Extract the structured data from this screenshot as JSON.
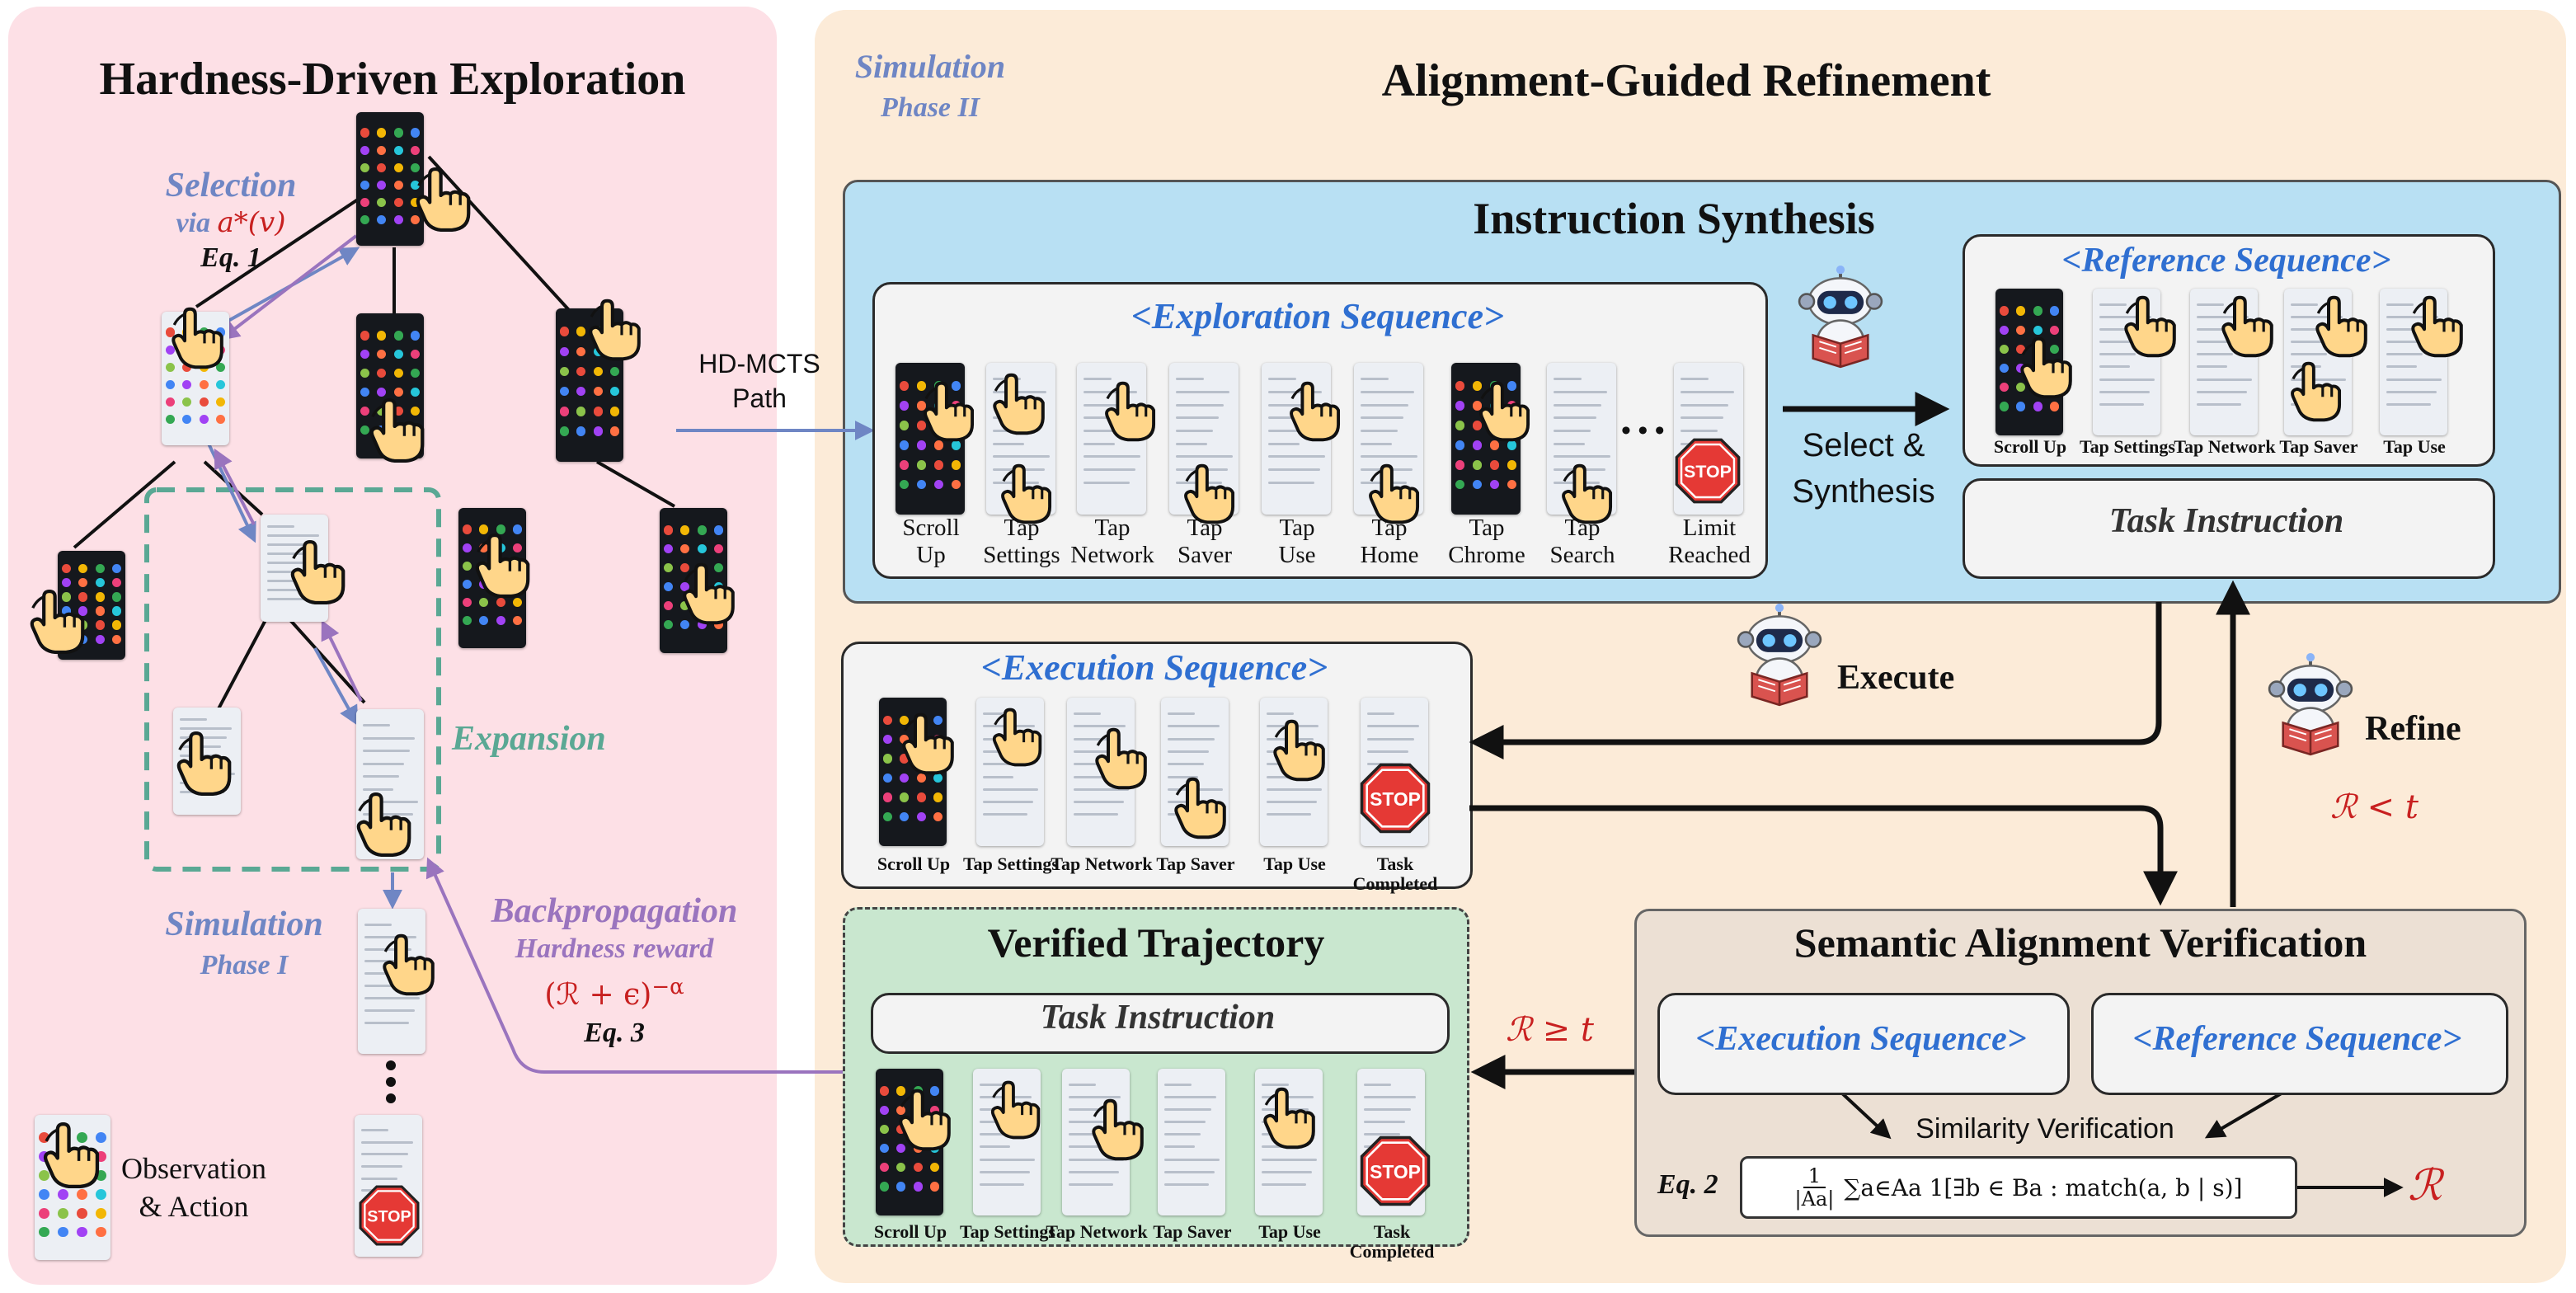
{
  "left_panel": {
    "title": "Hardness-Driven Exploration",
    "selection": {
      "label": "Selection",
      "via": "via",
      "formula": "a*(v)",
      "eq": "Eq. 1"
    },
    "expansion": {
      "label": "Expansion"
    },
    "simulation": {
      "label": "Simulation",
      "phase": "Phase I"
    },
    "backprop": {
      "label": "Backpropagation",
      "reward_label": "Hardness reward",
      "formula": "(ℛ + ϵ)",
      "exponent": "−α",
      "eq": "Eq. 3"
    },
    "legend": {
      "line1": "Observation",
      "line2": "& Action"
    }
  },
  "hd_path": {
    "line1": "HD-MCTS",
    "line2": "Path"
  },
  "right_panel": {
    "title": "Alignment-Guided Refinement",
    "simulation": {
      "label": "Simulation",
      "phase": "Phase II"
    }
  },
  "instruction_synthesis": {
    "title": "Instruction Synthesis",
    "exploration_title": "<Exploration Sequence>",
    "exploration_steps": [
      {
        "l1": "Scroll",
        "l2": "Up"
      },
      {
        "l1": "Tap",
        "l2": "Settings"
      },
      {
        "l1": "Tap",
        "l2": "Network"
      },
      {
        "l1": "Tap",
        "l2": "Saver"
      },
      {
        "l1": "Tap",
        "l2": "Use"
      },
      {
        "l1": "Tap",
        "l2": "Home"
      },
      {
        "l1": "Tap",
        "l2": "Chrome"
      },
      {
        "l1": "Tap",
        "l2": "Search"
      },
      {
        "l1": "Limit",
        "l2": "Reached"
      }
    ],
    "ellipsis": "• • •",
    "select_synthesis": {
      "line1": "Select &",
      "line2": "Synthesis"
    },
    "reference_title": "<Reference Sequence>",
    "reference_steps": [
      "Scroll Up",
      "Tap Settings",
      "Tap Network",
      "Tap Saver",
      "Tap Use"
    ],
    "task_instruction": "Task Instruction"
  },
  "execution": {
    "title": "<Execution Sequence>",
    "steps": [
      "Scroll Up",
      "Tap Settings",
      "Tap Network",
      "Tap Saver",
      "Tap Use",
      "Task Completed"
    ],
    "execute_label": "Execute",
    "refine_label": "Refine",
    "refine_condition": "ℛ < t"
  },
  "verified": {
    "title": "Verified Trajectory",
    "task_instruction": "Task Instruction",
    "steps": [
      "Scroll Up",
      "Tap Settings",
      "Tap Network",
      "Tap Saver",
      "Tap Use",
      "Task Completed"
    ],
    "condition": "ℛ ≥ t"
  },
  "semantic": {
    "title": "Semantic Alignment Verification",
    "exec_box": "<Execution Sequence>",
    "ref_box": "<Reference Sequence>",
    "similarity": "Similarity Verification",
    "eq": "Eq. 2",
    "frac_num": "1",
    "frac_den": "|Aa|",
    "formula": "∑a∈Aa 1[∃b ∈ Ba : match(a, b | s)]",
    "result": "ℛ"
  },
  "stop_text": "STOP",
  "icons": [
    "robot-reading-icon",
    "pointing-hand-icon",
    "stop-sign-icon",
    "phone-screenshot-icon"
  ],
  "colors": {
    "left_bg": "#fde0e6",
    "right_bg": "#fcebd8",
    "synthesis_bg": "#b8e0f3",
    "verified_bg": "#c9e7cf",
    "semantic_bg": "#ece0d4",
    "selection_color": "#6f86c4",
    "expansion_color": "#5aa894",
    "backprop_color": "#9a74be",
    "eq_red": "#c82020",
    "sequence_blue": "#2f6fd1"
  }
}
